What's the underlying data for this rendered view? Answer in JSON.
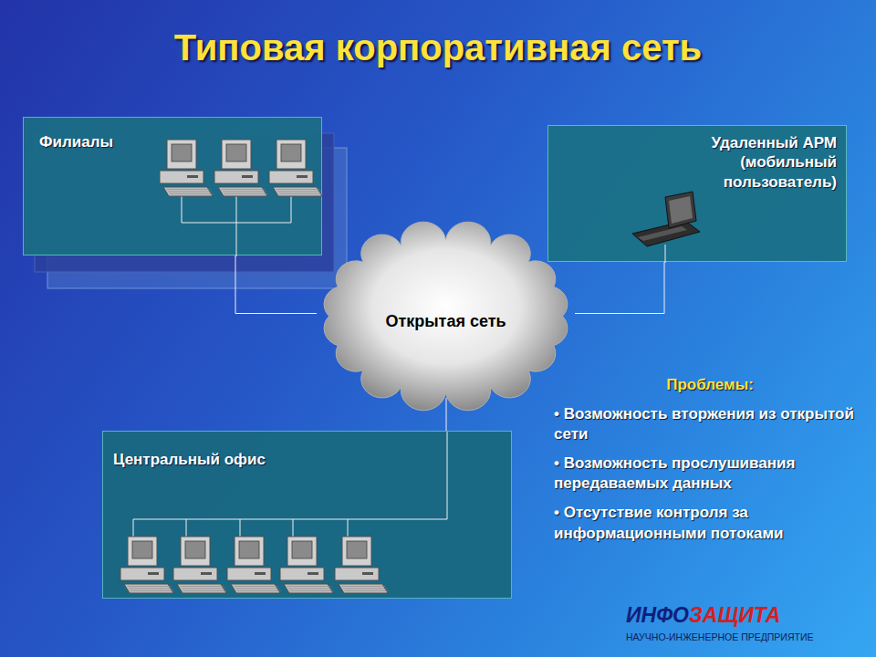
{
  "diagram": {
    "title": "Типовая корпоративная сеть",
    "nodes": [
      {
        "text": [
          "Филиалы"
        ]
      },
      {
        "text": [
          "Удаленный АРМ (мобильный пользователь)"
        ]
      },
      {
        "text": [
          "Открытая сеть"
        ]
      },
      {
        "text": [
          "Центральный офис"
        ]
      }
    ],
    "edges": [
      {
        "from": 0,
        "to": 2,
        "arrow": "none"
      },
      {
        "from": 1,
        "to": 2,
        "arrow": "none"
      },
      {
        "from": 3,
        "to": 2,
        "arrow": "none"
      }
    ],
    "labels": [
      "Проблемы:",
      "• Возможность вторжения из открытой сети",
      "• Возможность прослушивания передаваемых данных",
      "• Отсутствие контроля за информационными потоками",
      "ИНФО",
      "ЗАЩИТА",
      "НАУЧНО-ИНЖЕНЕРНОЕ ПРЕДПРИЯТИЕ"
    ]
  }
}
